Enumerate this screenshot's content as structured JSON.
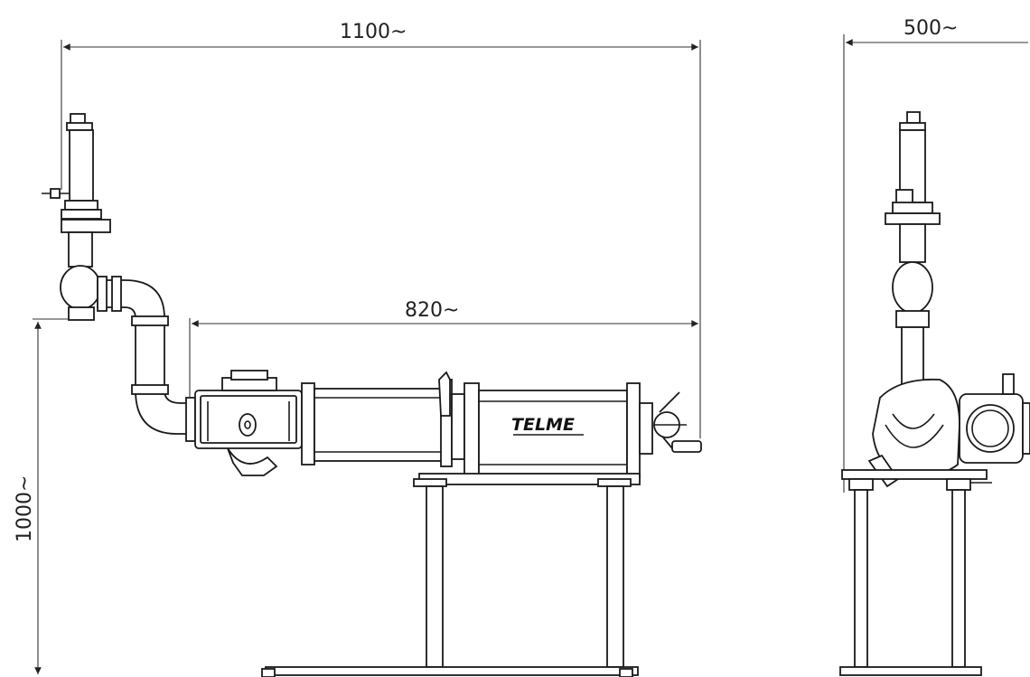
{
  "dimensions": {
    "overall_length": "1100~",
    "frame_length": "820~",
    "height": "1000~",
    "side_width": "500~"
  },
  "brand": "TELME"
}
